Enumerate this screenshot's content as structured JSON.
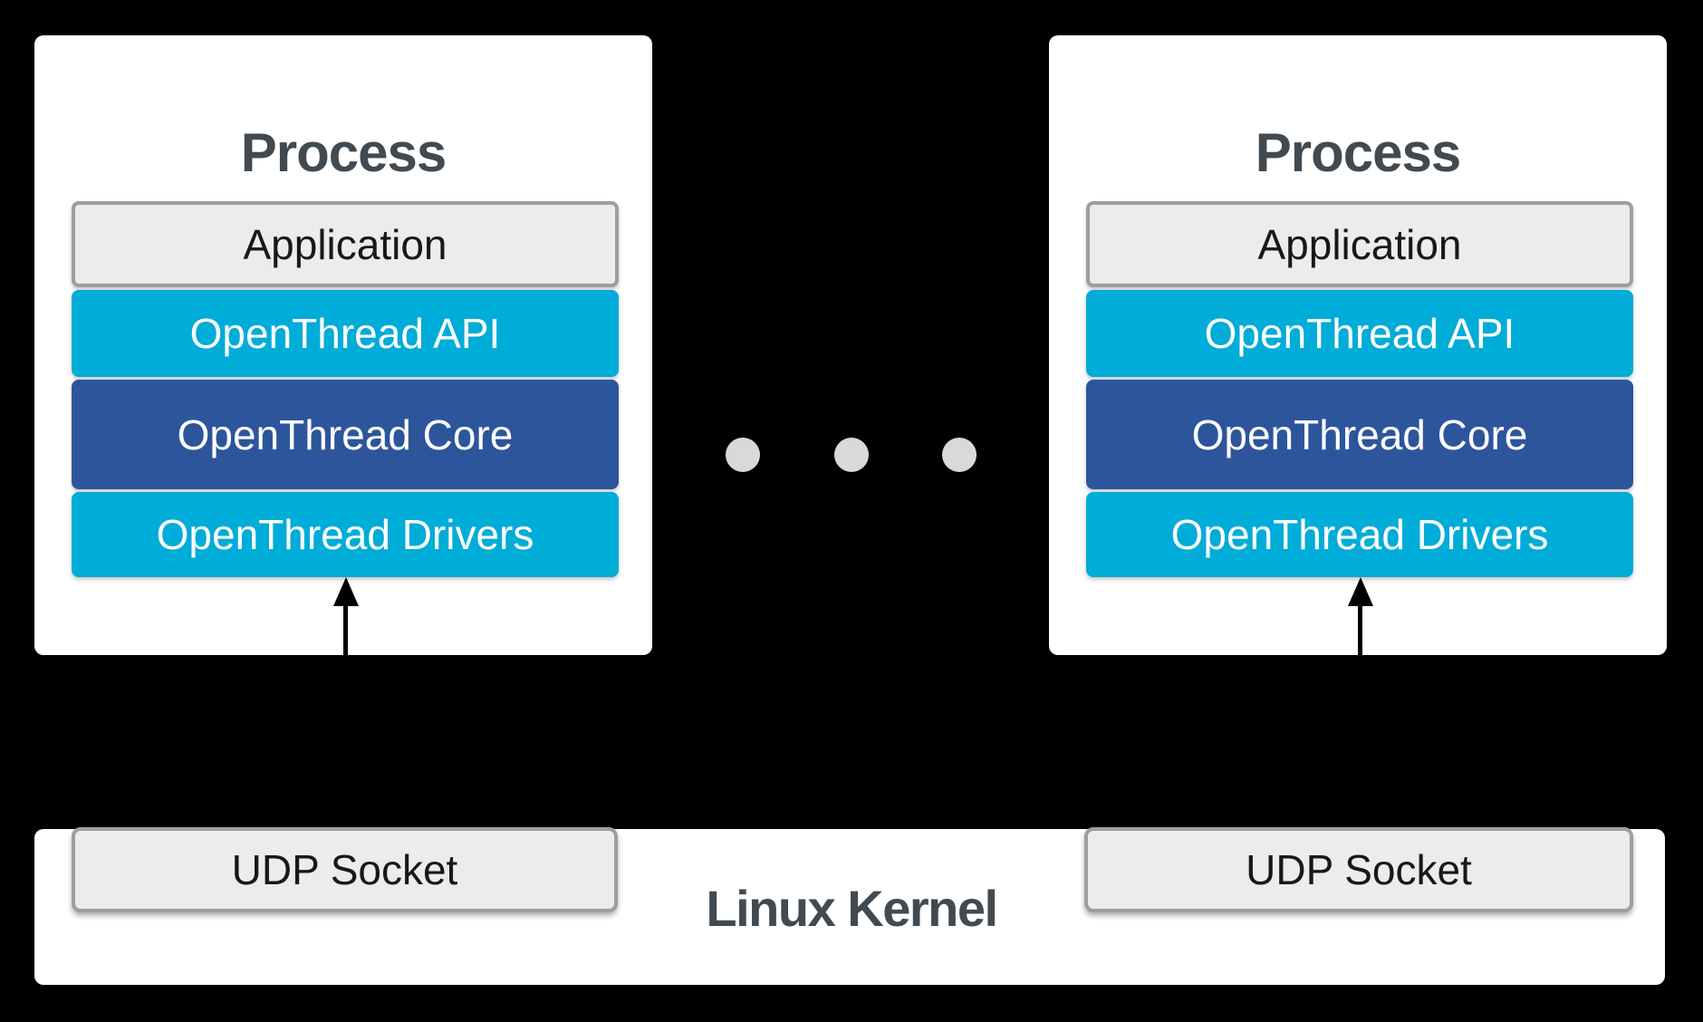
{
  "processes": [
    {
      "title": "Process",
      "layers": [
        {
          "label": "Application"
        },
        {
          "label": "OpenThread API"
        },
        {
          "label": "OpenThread Core"
        },
        {
          "label": "OpenThread Drivers"
        }
      ]
    },
    {
      "title": "Process",
      "layers": [
        {
          "label": "Application"
        },
        {
          "label": "OpenThread API"
        },
        {
          "label": "OpenThread Core"
        },
        {
          "label": "OpenThread Drivers"
        }
      ]
    }
  ],
  "kernel": {
    "label": "Linux Kernel",
    "sockets": [
      "UDP Socket",
      "UDP Socket"
    ]
  },
  "colors": {
    "background": "#000000",
    "panel": "#ffffff",
    "cyan": "#00acd8",
    "blue": "#2d559b",
    "gray-fill": "#ececec",
    "gray-border": "#9e9e9e",
    "title-text": "#424a51",
    "dark-text": "#17181a",
    "dot": "#d9d9d9"
  }
}
